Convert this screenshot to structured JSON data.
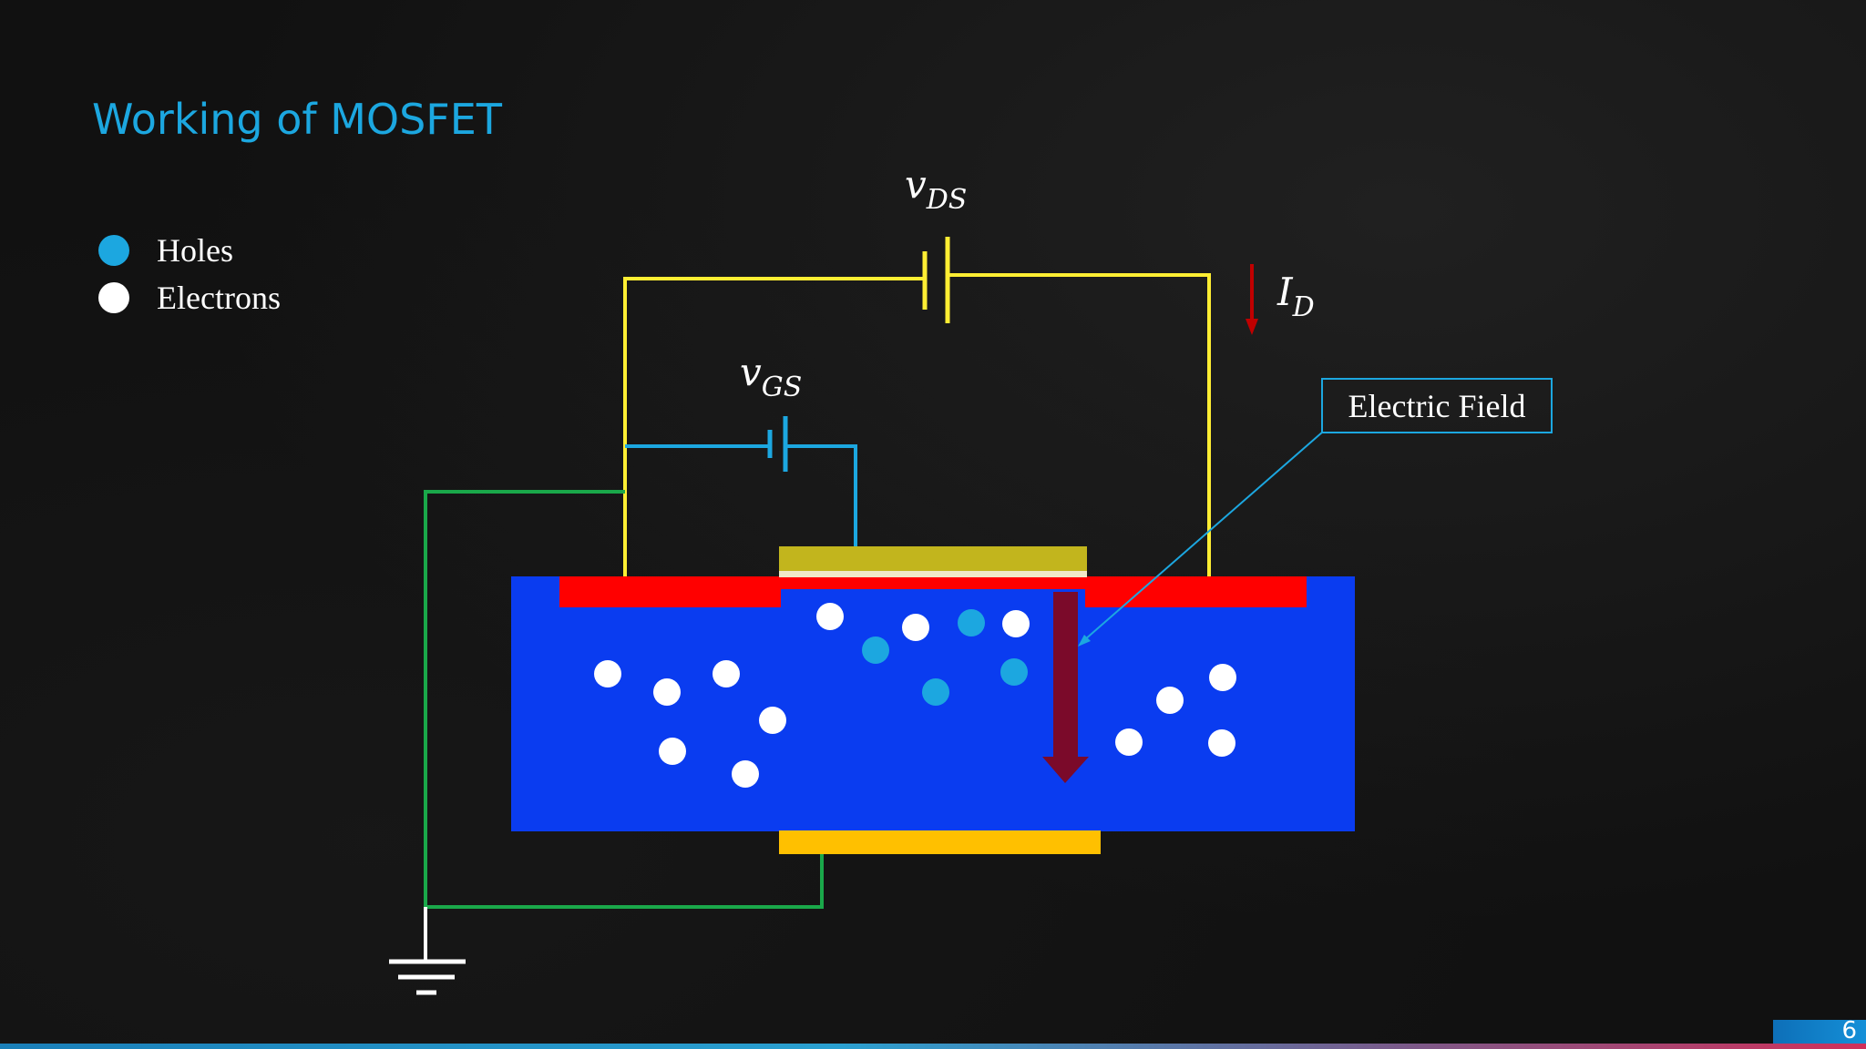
{
  "title": "Working of MOSFET",
  "legend": {
    "holes": {
      "label": "Holes",
      "color": "#1ca7e0"
    },
    "electrons": {
      "label": "Electrons",
      "color": "#ffffff"
    }
  },
  "labels": {
    "vds": {
      "main": "v",
      "sub": "DS"
    },
    "vgs": {
      "main": "v",
      "sub": "GS"
    },
    "id": {
      "main": "I",
      "sub": "D"
    },
    "electric_field": "Electric Field"
  },
  "colors": {
    "substrate": "#0a3cf0",
    "source_drain": "#ff0000",
    "gate_metal": "#c2b51d",
    "body_contact": "#ffc000",
    "vds_wire": "#ffee33",
    "vgs_wire": "#1ca7e0",
    "body_wire": "#1aa84a",
    "field_arrow": "#7b0a2a",
    "current_arrow": "#c00000"
  },
  "page_number": "6"
}
